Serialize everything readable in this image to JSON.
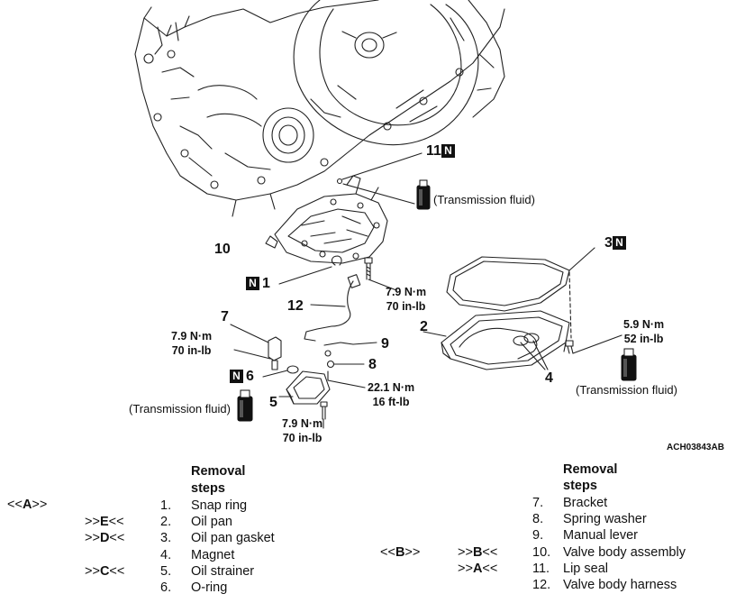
{
  "diagram": {
    "figure_code": "ACH03843AB",
    "callouts": {
      "c1": "1",
      "c2": "2",
      "c3": "3",
      "c4": "4",
      "c5": "5",
      "c6": "6",
      "c7": "7",
      "c8": "8",
      "c9": "9",
      "c10": "10",
      "c11": "11",
      "c12": "12",
      "n_symbol": "N"
    },
    "torques": {
      "t_valvebody_nm": "7.9 N·m",
      "t_valvebody_inlb": "70 in-lb",
      "t_bracket_nm": "7.9 N·m",
      "t_bracket_inlb": "70 in-lb",
      "t_lever_nm": "22.1 N·m",
      "t_lever_ftlb": "16 ft-lb",
      "t_strainer_nm": "7.9 N·m",
      "t_strainer_inlb": "70 in-lb",
      "t_pan_nm": "5.9 N·m",
      "t_pan_inlb": "52 in-lb"
    },
    "fluid_notes": {
      "top": "(Transmission fluid)",
      "left": "(Transmission fluid)",
      "right": "(Transmission fluid)"
    }
  },
  "removal_steps": {
    "left_header_1": "Removal",
    "left_header_2": "steps",
    "right_header_1": "Removal",
    "right_header_2": "steps",
    "left": [
      {
        "ref1": "<<",
        "ref1b": "A",
        "ref1c": ">>",
        "ref2": "",
        "num": "1.",
        "text": "Snap ring"
      },
      {
        "ref1": "",
        "ref2": ">>",
        "ref2b": "E",
        "ref2c": "<<",
        "num": "2.",
        "text": "Oil pan"
      },
      {
        "ref1": "",
        "ref2": ">>",
        "ref2b": "D",
        "ref2c": "<<",
        "num": "3.",
        "text": "Oil pan gasket"
      },
      {
        "ref1": "",
        "ref2": "",
        "num": "4.",
        "text": "Magnet"
      },
      {
        "ref1": "",
        "ref2": ">>",
        "ref2b": "C",
        "ref2c": "<<",
        "num": "5.",
        "text": "Oil strainer"
      },
      {
        "ref1": "",
        "ref2": "",
        "num": "6.",
        "text": "O-ring"
      }
    ],
    "right": [
      {
        "num": "7.",
        "text": "Bracket"
      },
      {
        "num": "8.",
        "text": "Spring washer"
      },
      {
        "num": "9.",
        "text": "Manual lever"
      },
      {
        "ref1": "<<",
        "ref1b": "B",
        "ref1c": ">>",
        "ref2": ">>",
        "ref2b": "B",
        "ref2c": "<<",
        "num": "10.",
        "text": "Valve body assembly"
      },
      {
        "ref2": ">>",
        "ref2b": "A",
        "ref2c": "<<",
        "num": "11.",
        "text": "Lip seal"
      },
      {
        "num": "12.",
        "text": "Valve body harness"
      }
    ]
  }
}
